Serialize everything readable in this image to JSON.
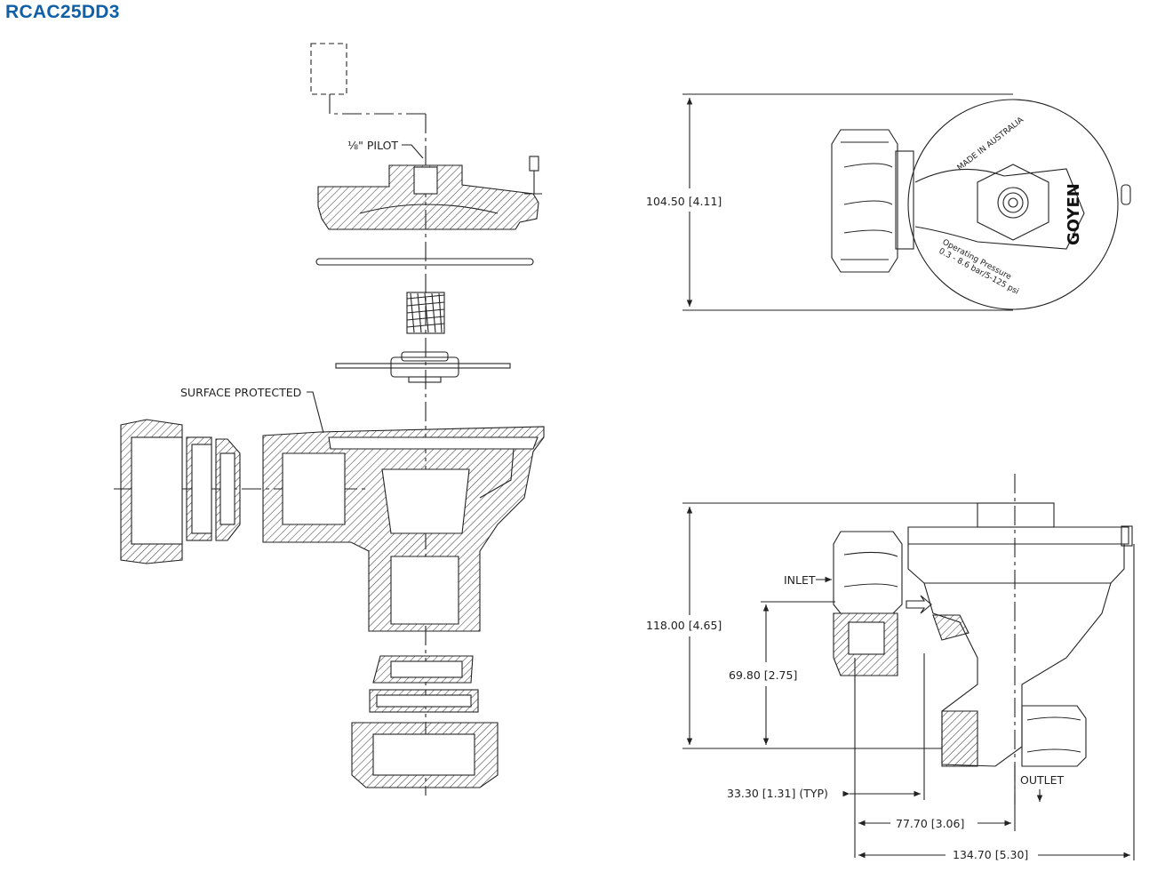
{
  "title": "RCAC25DD3",
  "labels": {
    "pilot": "⅛\" PILOT",
    "surface_protected": "SURFACE PROTECTED",
    "inlet": "INLET",
    "outlet": "OUTLET",
    "made_in": "MADE IN AUSTRALIA",
    "brand": "GOYEN",
    "operating_pressure": "Operating Pressure",
    "pressure_range": "0.3 - 8.6 bar/5-125 psi"
  },
  "dimensions": {
    "width_top": "104.50 [4.11]",
    "height_side": "118.00 [4.65]",
    "inlet_height": "69.80 [2.75]",
    "typ_offset": "33.30 [1.31] (TYP)",
    "outlet_offset": "77.70 [3.06]",
    "overall_length": "134.70 [5.30]"
  },
  "colors": {
    "title": "#1060a8",
    "line": "#222222"
  }
}
